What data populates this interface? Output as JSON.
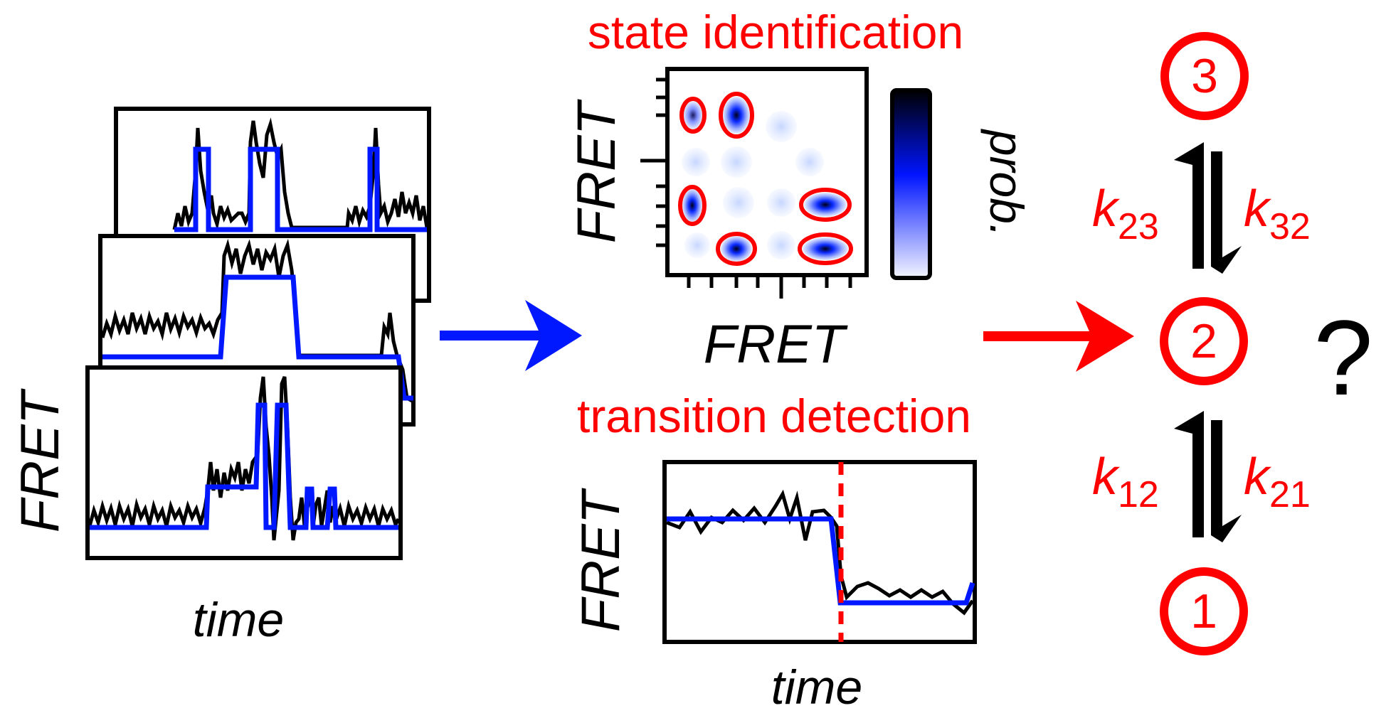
{
  "labels": {
    "state_title": "state identification",
    "transition_title": "transition detection",
    "fret": "FRET",
    "time": "time",
    "prob": "prob.",
    "question": "?"
  },
  "states": [
    "3",
    "2",
    "1"
  ],
  "rates": {
    "k23": {
      "k": "k",
      "sub": "23"
    },
    "k32": {
      "k": "k",
      "sub": "32"
    },
    "k12": {
      "k": "k",
      "sub": "12"
    },
    "k21": {
      "k": "k",
      "sub": "21"
    }
  },
  "colors": {
    "red": "#ff0000",
    "blue": "#0018ff",
    "black": "#000000"
  },
  "icons": [
    "right-arrow-icon",
    "equilibrium-arrows-icon"
  ]
}
